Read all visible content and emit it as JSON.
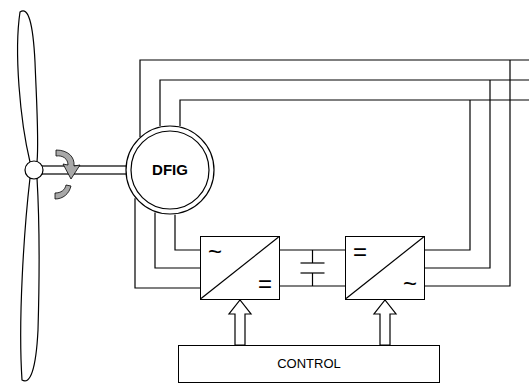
{
  "diagram": {
    "nodes": [
      {
        "text": [
          "DFIG"
        ]
      },
      {
        "text": [
          "~",
          "="
        ]
      },
      {
        "text": [
          "=",
          "~"
        ]
      },
      {
        "text": [
          "CONTROL"
        ]
      }
    ],
    "edges": [
      {
        "from": 0,
        "to": 1,
        "arrow": "none"
      },
      {
        "from": 1,
        "to": 2,
        "arrow": "none"
      },
      {
        "from": 3,
        "to": 1,
        "arrow": "to"
      },
      {
        "from": 3,
        "to": 2,
        "arrow": "to"
      }
    ]
  }
}
